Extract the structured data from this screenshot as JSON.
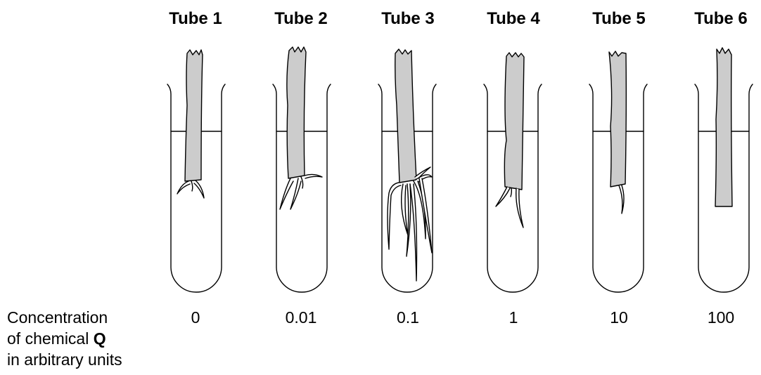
{
  "tubes": [
    {
      "title": "Tube 1",
      "concentration": "0"
    },
    {
      "title": "Tube 2",
      "concentration": "0.01"
    },
    {
      "title": "Tube 3",
      "concentration": "0.1"
    },
    {
      "title": "Tube 4",
      "concentration": "1"
    },
    {
      "title": "Tube 5",
      "concentration": "10"
    },
    {
      "title": "Tube 6",
      "concentration": "100"
    }
  ],
  "row_label": {
    "line1": "Concentration",
    "line2_prefix": "of chemical ",
    "line2_bold": "Q",
    "line3": "in arbitrary units"
  },
  "colors": {
    "stem_fill": "#cccccc",
    "outline": "#000000",
    "background": "#ffffff"
  }
}
